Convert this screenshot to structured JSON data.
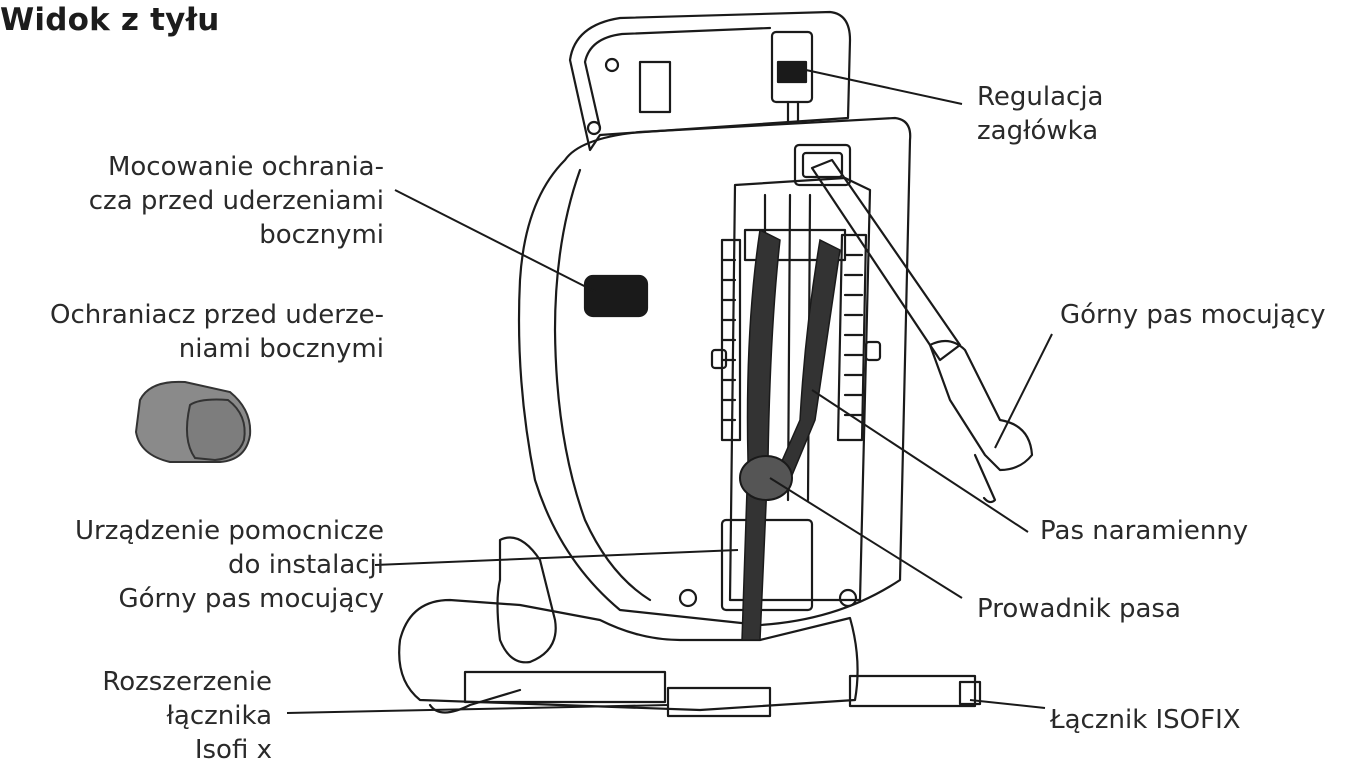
{
  "title": "Widok z tyłu",
  "labels": {
    "headrest_adjust": [
      "Regulacja",
      "zagłówka"
    ],
    "impact_mount": [
      "Mocowanie ochrania-",
      "cza przed uderzeniami",
      "bocznymi"
    ],
    "impact_protector": [
      "Ochraniacz przed uderze-",
      "niami bocznymi"
    ],
    "top_tether": [
      "Górny pas mocujący"
    ],
    "shoulder_belt": [
      "Pas naramienny"
    ],
    "install_aid": [
      "Urządzenie pomocnicze",
      "do instalacji",
      "Górny pas mocujący"
    ],
    "belt_guide": [
      "Prowadnik pasa"
    ],
    "connector_ext": [
      "Rozszerzenie",
      "łącznika",
      "Isofi x"
    ],
    "isofix_connector": [
      "Łącznik ISOFIX"
    ]
  },
  "colors": {
    "line": "#1a1a1a",
    "text": "#2a2a2a",
    "protector_fill": "#8a8a8a",
    "strap_fill": "#333333"
  }
}
